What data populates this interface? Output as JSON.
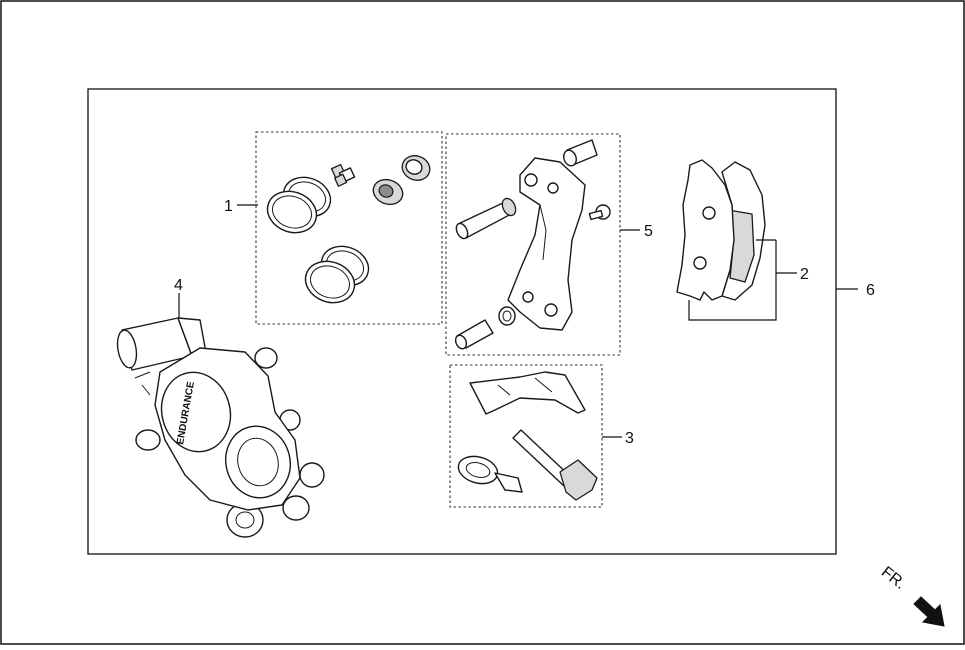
{
  "callouts": [
    {
      "id": "1",
      "label": "1"
    },
    {
      "id": "2",
      "label": "2"
    },
    {
      "id": "3",
      "label": "3"
    },
    {
      "id": "4",
      "label": "4"
    },
    {
      "id": "5",
      "label": "5"
    },
    {
      "id": "6",
      "label": "6"
    }
  ],
  "caliper_brand": "ENDURANCE",
  "direction": {
    "label": "FR.",
    "icon": "arrow-down-right-icon"
  },
  "colors": {
    "line": "#1a1a1a",
    "part_fill": "#ffffff",
    "shade_fill": "#d9d9d9"
  }
}
